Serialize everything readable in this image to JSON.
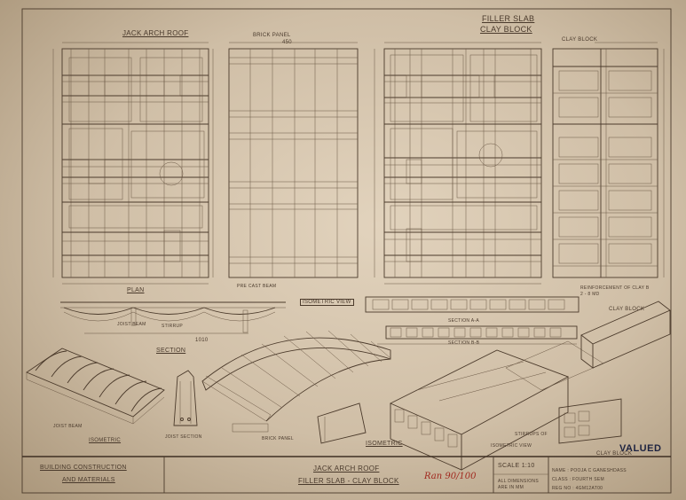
{
  "titles": {
    "jack_arch_roof": "JACK ARCH ROOF",
    "filler_slab": "FILLER SLAB",
    "clay_block": "CLAY BLOCK",
    "clay_block_right": "CLAY BLOCK",
    "brick_panel_top": "BRICK PANEL",
    "plan": "PLAN",
    "section": "SECTION",
    "isometric": "ISOMETRIC",
    "isometric_center": "ISOMETRIC",
    "isometric_view": "ISOMETRIC VIEW",
    "section_aa": "SECTION A-A",
    "section_bb": "SECTION B-B"
  },
  "labels": {
    "joist_beam": "JOIST BEAM",
    "stirrup": "STIRRUP",
    "precast_beam": "PRE CAST BEAM",
    "joist_section": "JOIST SECTION",
    "brick_panel": "BRICK PANEL",
    "reinforcement": "REINFORCEMENT OF CLAY B",
    "reinforcement_2": "2 - 8 MD",
    "clay_block_iso": "CLAY BLOCK",
    "stirrups_of": "STIRRUPS OF",
    "isometric_view_bottom": "ISOMETRIC VIEW",
    "dim_450": "450",
    "dim_1010": "1010"
  },
  "title_block": {
    "subject_line1": "BUILDING CONSTRUCTION",
    "subject_line2": "AND MATERIALS",
    "drawing_line1": "JACK ARCH ROOF",
    "drawing_line2": "FILLER SLAB - CLAY BLOCK",
    "scale": "SCALE 1:10",
    "dims_note1": "ALL DIMENSIONS",
    "dims_note2": "ARE IN MM",
    "name": "NAME : POOJA C GANESHDASS",
    "class": "CLASS : FOURTH SEM",
    "reg_no": "REG NO : 4GM12AT00",
    "valued": "VALUED",
    "grade": "Ran  90/100"
  },
  "colors": {
    "paper": "#d9c8b0",
    "ink": "#4b3a2b",
    "stamp": "#1d2340",
    "grade_red": "#a0281e"
  }
}
